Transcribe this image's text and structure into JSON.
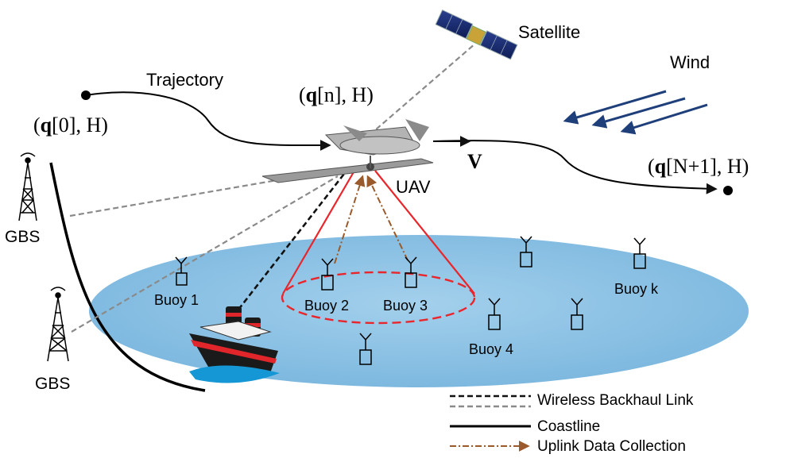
{
  "labels": {
    "satellite": "Satellite",
    "wind": "Wind",
    "trajectory": "Trajectory",
    "uav": "UAV",
    "velocity": "V",
    "gbs_top": "GBS",
    "gbs_bottom": "GBS",
    "buoy_1": "Buoy 1",
    "buoy_2": "Buoy 2",
    "buoy_3": "Buoy 3",
    "buoy_4": "Buoy 4",
    "buoy_k": "Buoy k"
  },
  "points": {
    "start_q": "q",
    "start_rest": "[0], H)",
    "current_q": "q",
    "current_rest": "[n], H)",
    "end_q": "q",
    "end_rest": "[N+1], H)",
    "open_paren": "("
  },
  "legend": {
    "backhaul": "Wireless Backhaul Link",
    "coastline": "Coastline",
    "uplink": "Uplink Data Collection"
  },
  "colors": {
    "sea": "#8fc4e4",
    "coverage": "#e8262b",
    "uplink": "#9a5a2c",
    "backhaul_black": "#111111",
    "backhaul_gray": "#8a8a8a",
    "wind_arrows": "#1f3f7a"
  }
}
